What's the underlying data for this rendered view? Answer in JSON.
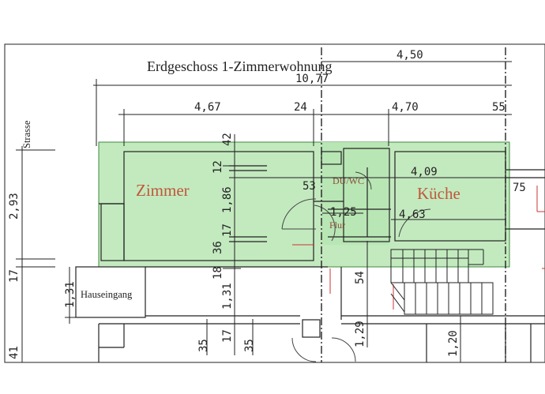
{
  "plan": {
    "title": "Erdgeschoss 1-Zimmerwohnung",
    "street": "Strasse",
    "rooms": {
      "zimmer": "Zimmer",
      "kueche": "Küche",
      "du_wc": "DU/WC",
      "flur": "Flur",
      "hauseingang": "Hauseingang"
    },
    "dims": {
      "d450": "4,50",
      "d1077": "10,77",
      "d467": "4,67",
      "d24": "24",
      "d470": "4,70",
      "d55": "55",
      "d293": "2,93",
      "d17_left": "17",
      "d131_left": "1,31",
      "d41": "41",
      "d42": "42",
      "d12": "12",
      "d186": "1,86",
      "d17_mid": "17",
      "d36": "36",
      "d18": "18",
      "d131_mid": "1,31",
      "d53": "53",
      "d409": "4,09",
      "d75": "75",
      "d125": "1,25",
      "d463": "4,63",
      "d54": "54",
      "d129": "1,29",
      "d120": "1,20",
      "d35_a": "35",
      "d17_b": "17",
      "d35_b": "35"
    },
    "colors": {
      "area_fill": "#b8e6b4",
      "area_stroke": "#3d8a3d",
      "room_text": "#c0573a"
    }
  }
}
